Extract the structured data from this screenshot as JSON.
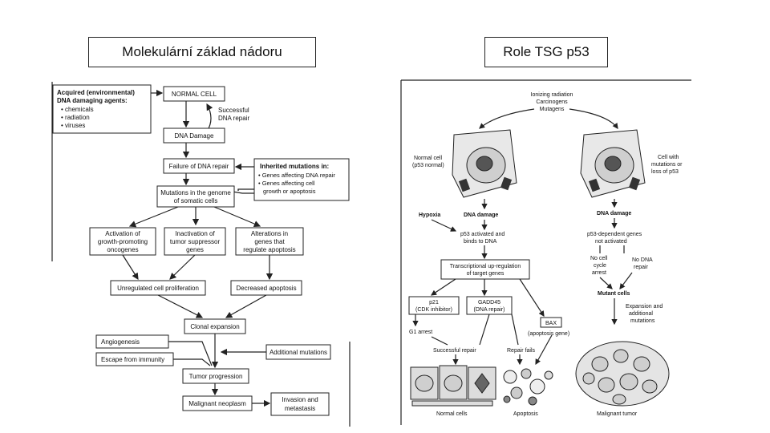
{
  "titles": {
    "left": "Molekulární základ nádoru",
    "right": "Role TSG p53"
  },
  "left_diagram": {
    "acquired_title_1": "Acquired (environmental)",
    "acquired_title_2": "DNA damaging agents:",
    "acquired_items": [
      "• chemicals",
      "• radiation",
      "• viruses"
    ],
    "normal_cell": "NORMAL CELL",
    "successful_repair_1": "Successful",
    "successful_repair_2": "DNA repair",
    "dna_damage": "DNA Damage",
    "failure_repair": "Failure of DNA repair",
    "inherited_title": "Inherited mutations in:",
    "inherited_items": [
      "• Genes affecting DNA repair",
      "• Genes affecting cell",
      "growth or apoptosis"
    ],
    "mutations_1": "Mutations in the genome",
    "mutations_2": "of somatic cells",
    "activation_1": "Activation of",
    "activation_2": "growth-promoting",
    "activation_3": "oncogenes",
    "inactivation_1": "Inactivation of",
    "inactivation_2": "tumor suppressor",
    "inactivation_3": "genes",
    "alterations_1": "Alterations in",
    "alterations_2": "genes that",
    "alterations_3": "regulate apoptosis",
    "unregulated": "Unregulated cell proliferation",
    "decreased": "Decreased apoptosis",
    "clonal": "Clonal expansion",
    "angiogenesis": "Angiogenesis",
    "escape": "Escape from immunity",
    "additional_mutations": "Additional mutations",
    "tumor_progression": "Tumor progression",
    "malignant_neoplasm": "Malignant neoplasm",
    "invasion_1": "Invasion and",
    "invasion_2": "metastasis"
  },
  "right_diagram": {
    "agents": [
      "Ionizing radiation",
      "Carcinogens",
      "Mutagens"
    ],
    "normal_cell_1": "Normal cell",
    "normal_cell_2": "(p53 normal)",
    "mutant_cell_1": "Cell with",
    "mutant_cell_2": "mutations or",
    "mutant_cell_3": "loss of p53",
    "hypoxia": "Hypoxia",
    "dna_damage_left": "DNA damage",
    "dna_damage_right": "DNA damage",
    "p53_activated_1": "p53 activated and",
    "p53_activated_2": "binds to DNA",
    "p53_dependent_1": "p53-dependent genes",
    "p53_dependent_2": "not activated",
    "transcriptional_1": "Transcriptional up-regulation",
    "transcriptional_2": "of target genes",
    "no_cell_cycle_1": "No cell",
    "no_cell_cycle_2": "cycle",
    "no_cell_cycle_3": "arrest",
    "no_dna_repair_1": "No DNA",
    "no_dna_repair_2": "repair",
    "p21_1": "p21",
    "p21_2": "(CDK inhibitor)",
    "gadd45_1": "GADD45",
    "gadd45_2": "(DNA repair)",
    "bax": "BAX",
    "bax_sub": "(apoptosis gene)",
    "g1_arrest": "G1 arrest",
    "mutant_cells": "Mutant cells",
    "expansion_1": "Expansion and",
    "expansion_2": "additional",
    "expansion_3": "mutations",
    "successful_repair": "Successful repair",
    "repair_fails": "Repair fails",
    "normal_cells": "Normal cells",
    "apoptosis": "Apoptosis",
    "malignant_tumor": "Malignant tumor"
  }
}
